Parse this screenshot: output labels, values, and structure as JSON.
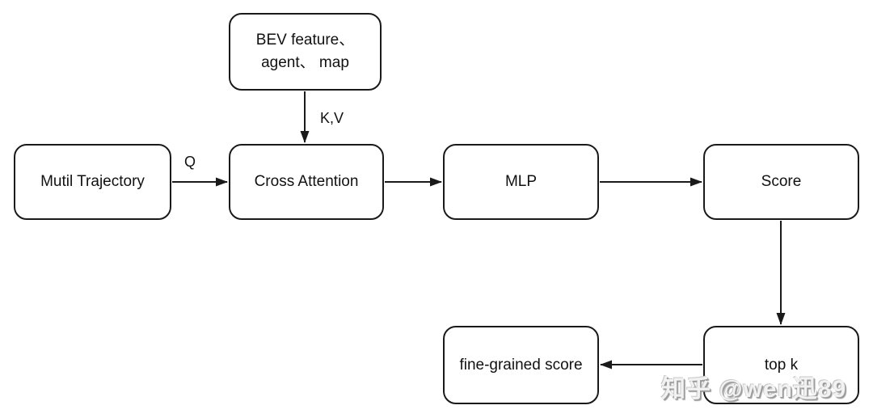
{
  "diagram": {
    "type": "flowchart",
    "nodes": {
      "bev": {
        "label": "BEV feature、\nagent、 map"
      },
      "mutil": {
        "label": "Mutil Trajectory"
      },
      "cross": {
        "label": "Cross Attention"
      },
      "mlp": {
        "label": "MLP"
      },
      "score": {
        "label": "Score"
      },
      "topk": {
        "label": "top k"
      },
      "fine": {
        "label": "fine-grained score"
      }
    },
    "edges": [
      {
        "from": "bev-feature-agent-map",
        "to": "cross-attention",
        "label": "K,V",
        "direction": "down"
      },
      {
        "from": "mutil-trajectory",
        "to": "cross-attention",
        "label": "Q",
        "direction": "right"
      },
      {
        "from": "cross-attention",
        "to": "mlp",
        "label": "",
        "direction": "right"
      },
      {
        "from": "mlp",
        "to": "score",
        "label": "",
        "direction": "right"
      },
      {
        "from": "score",
        "to": "top-k",
        "label": "",
        "direction": "down"
      },
      {
        "from": "top-k",
        "to": "fine-grained-score",
        "label": "",
        "direction": "left"
      }
    ],
    "edge_labels": {
      "kv": "K,V",
      "q": "Q"
    },
    "colors": {
      "stroke": "#1a1a1a",
      "node_fill": "#ffffff",
      "background": "#ffffff",
      "watermark": "#c9c9c9"
    }
  },
  "watermark": {
    "text": "知乎 @wen迅89"
  }
}
